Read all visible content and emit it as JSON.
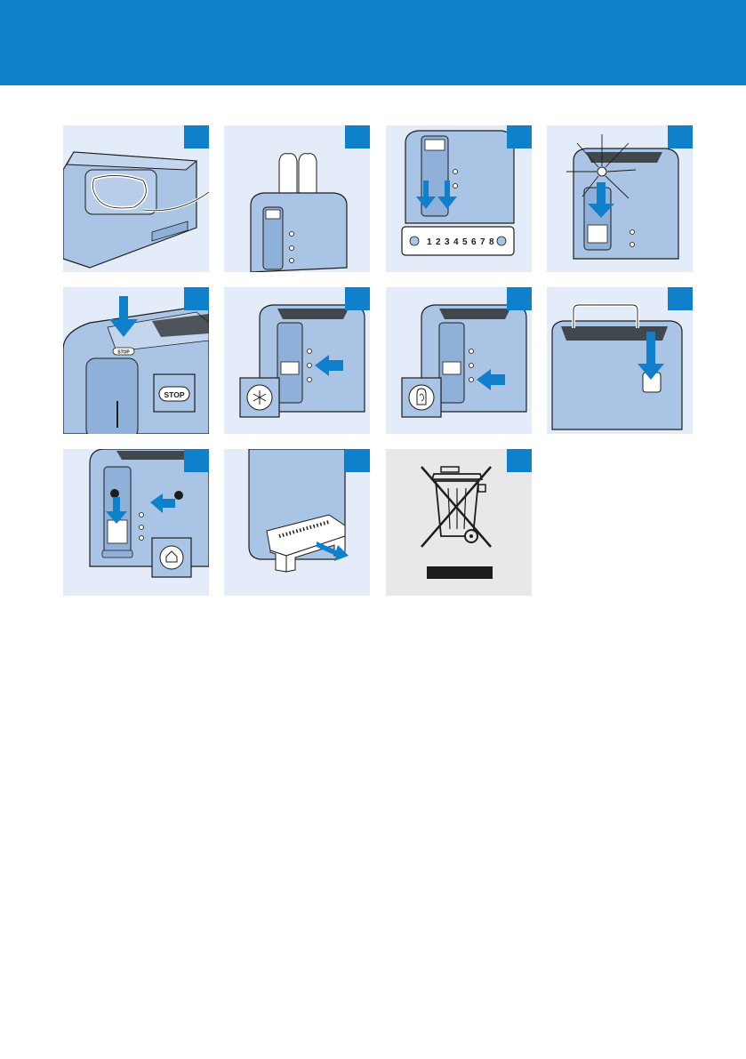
{
  "header": {
    "band_color": "#0f80cb"
  },
  "colors": {
    "accent": "#0f80cb",
    "panel_bg": "#e3ecf8",
    "panel_bg_disposal": "#e8e8e8",
    "appliance": "#a9c4e4",
    "outline": "#1d1d1b"
  },
  "figures": [
    {
      "id": "cord-storage",
      "icon": "cord-storage-icon"
    },
    {
      "id": "insert-bread",
      "icon": "insert-bread-icon"
    },
    {
      "id": "browning-control",
      "icon": "browning-control-icon",
      "dial_numbers": [
        "1",
        "2",
        "3",
        "4",
        "5",
        "6",
        "7",
        "8"
      ]
    },
    {
      "id": "toasting-lights",
      "icon": "toasting-lights-icon"
    },
    {
      "id": "stop-button",
      "icon": "stop-button-icon",
      "button_label": "STOP",
      "small_label": "STOP"
    },
    {
      "id": "defrost-button",
      "icon": "defrost-snowflake-icon"
    },
    {
      "id": "reheat-button",
      "icon": "reheat-icon"
    },
    {
      "id": "bun-warming-rack",
      "icon": "bun-warming-rack-icon"
    },
    {
      "id": "lift-button",
      "icon": "lift-bread-icon"
    },
    {
      "id": "crumb-tray",
      "icon": "crumb-tray-icon"
    },
    {
      "id": "disposal",
      "icon": "crossed-out-bin-icon"
    }
  ]
}
